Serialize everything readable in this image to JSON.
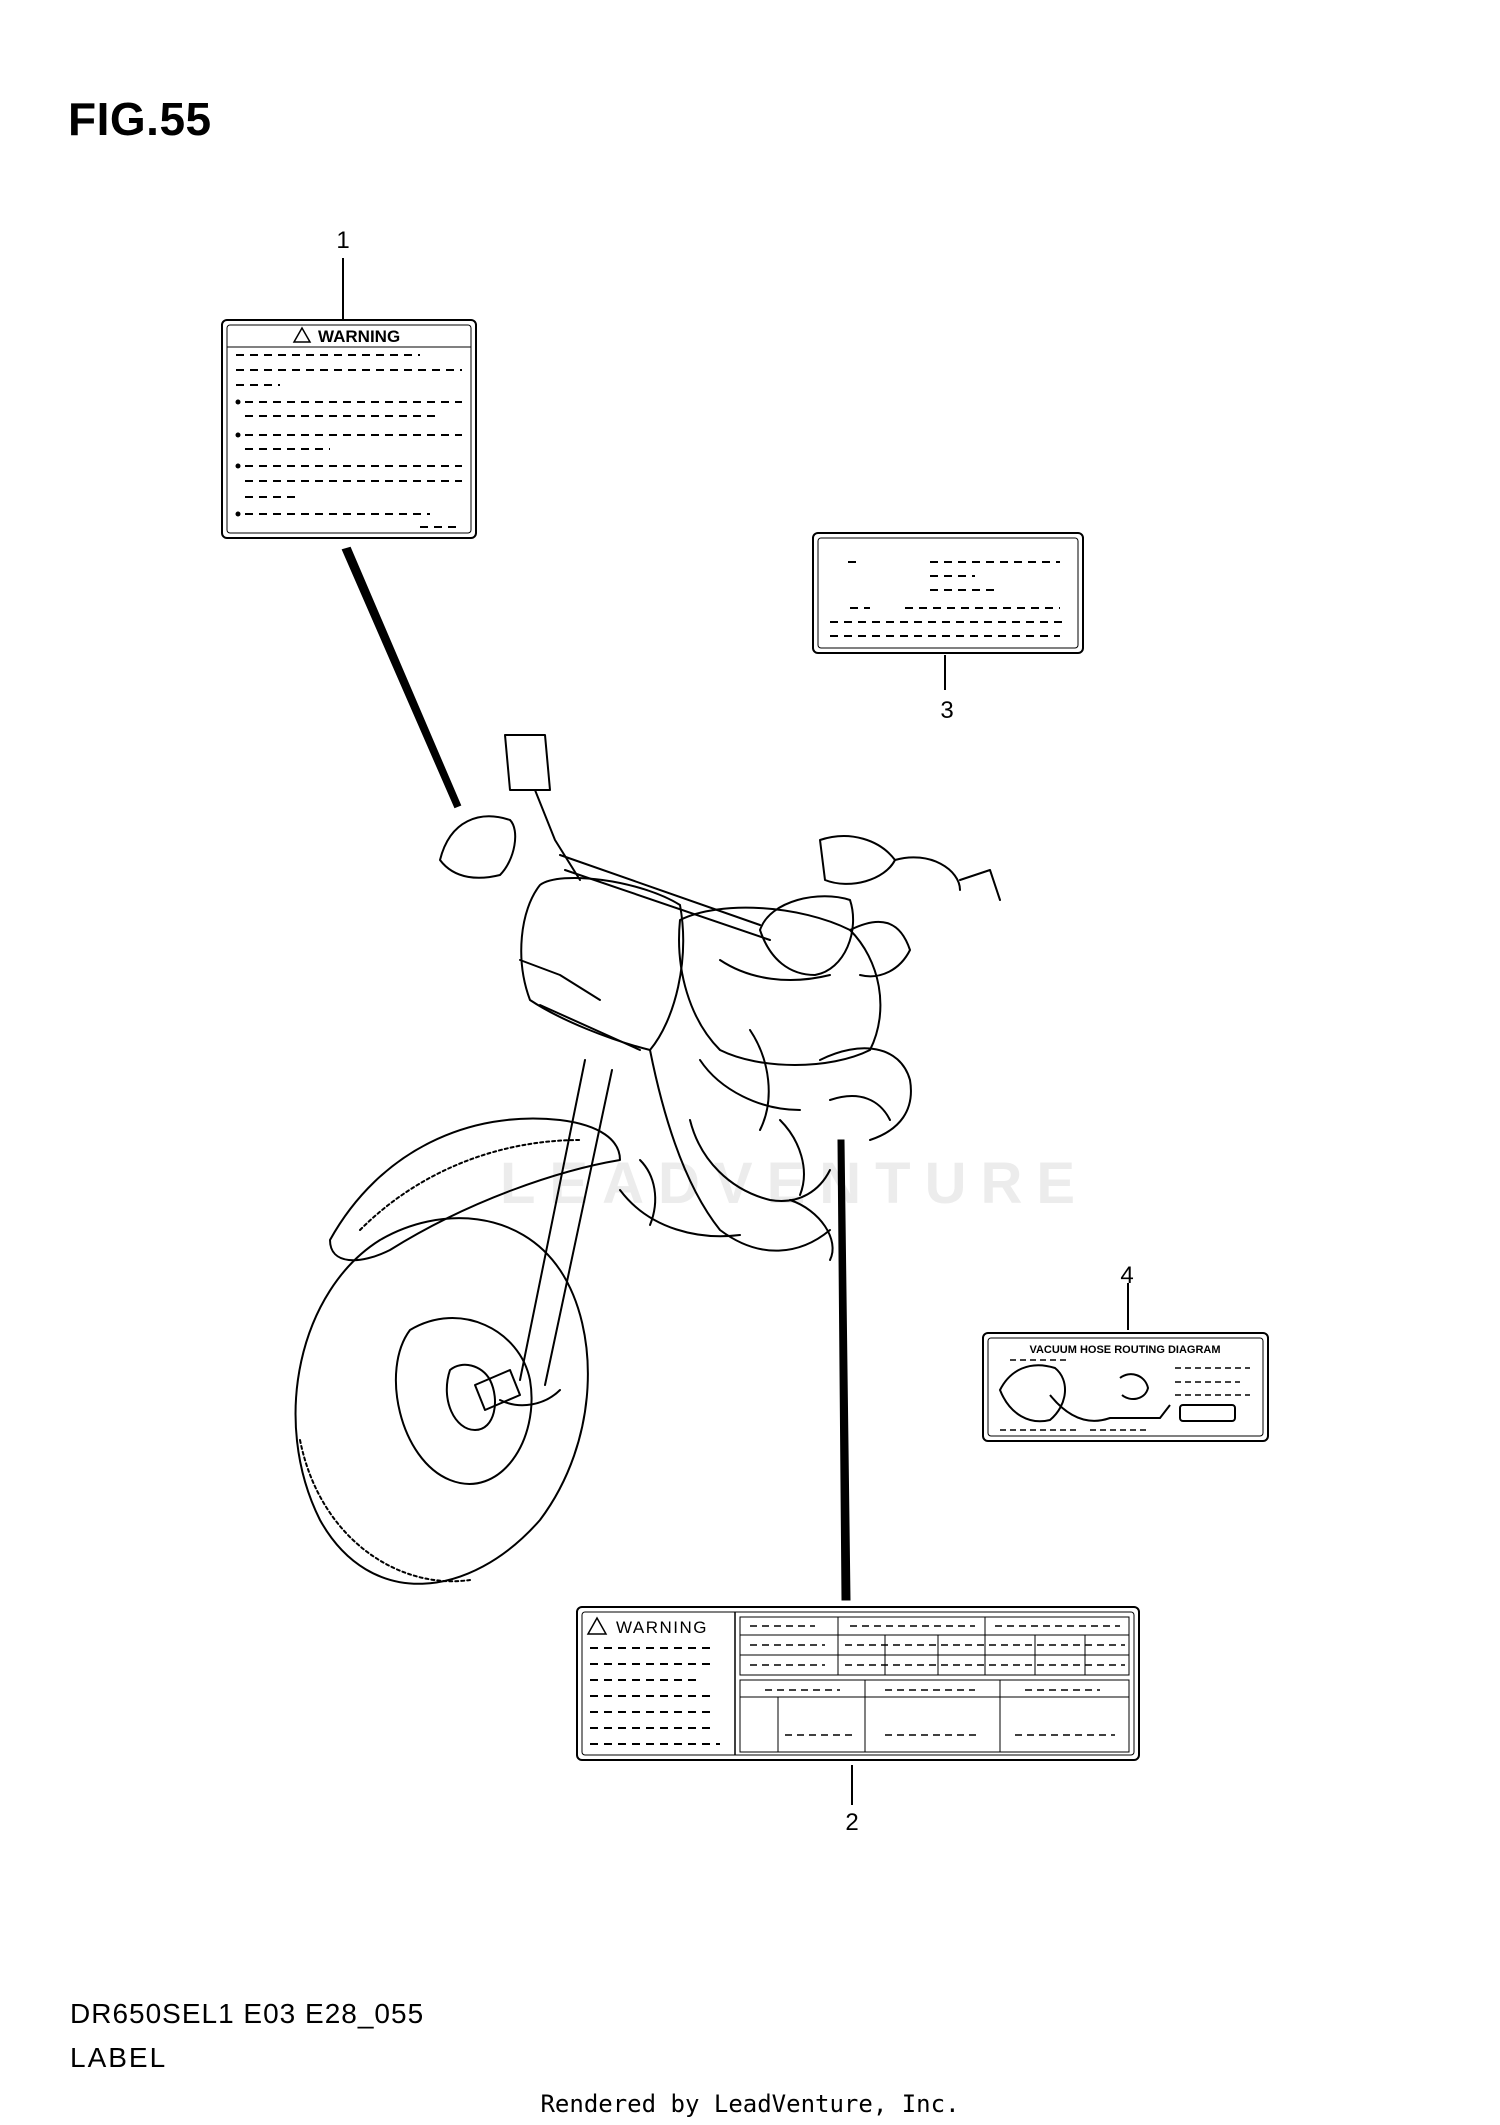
{
  "figure": {
    "title": "FIG.55"
  },
  "callouts": [
    "1",
    "2",
    "3",
    "4"
  ],
  "labels": {
    "warning_1": "WARNING",
    "warning_2": "WARNING",
    "vacuum_title": "VACUUM HOSE ROUTING DIAGRAM"
  },
  "footer": {
    "code": "DR650SEL1 E03 E28_055",
    "section": "LABEL",
    "credit": "Rendered by LeadVenture, Inc."
  },
  "watermark": "LEADVENTURE"
}
